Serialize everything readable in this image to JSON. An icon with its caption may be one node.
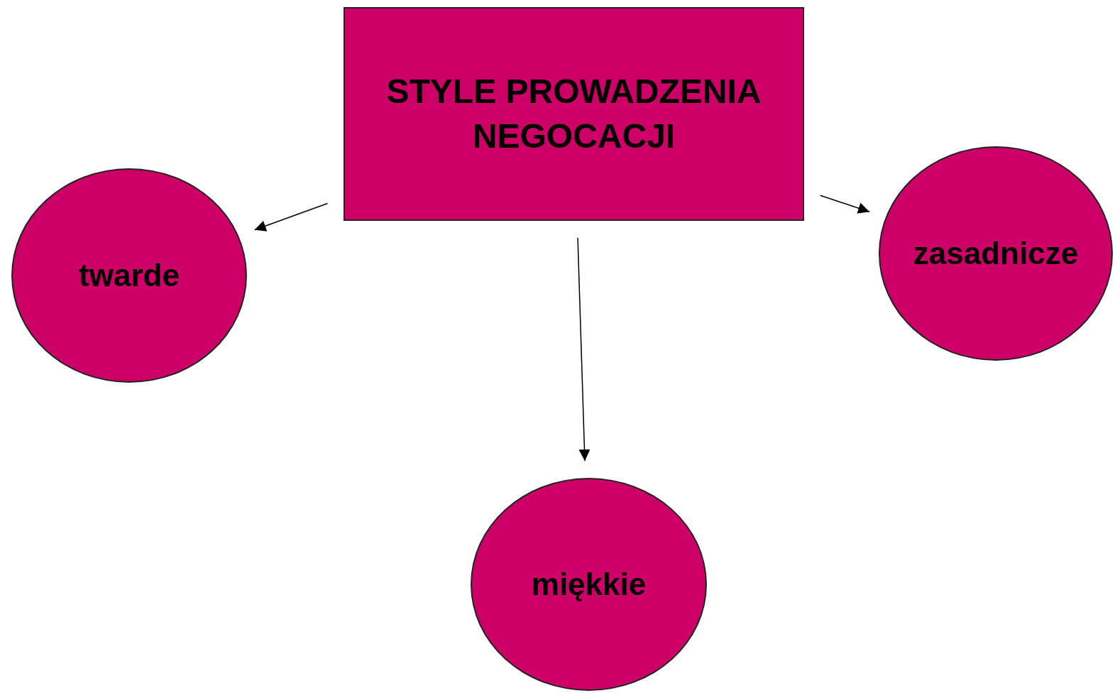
{
  "diagram": {
    "nodes": [
      {
        "text": [
          "STYLE PROWADZENIA NEGOCACJI"
        ]
      },
      {
        "text": [
          "twarde"
        ]
      },
      {
        "text": [
          "zasadnicze"
        ]
      },
      {
        "text": [
          "miękkie"
        ]
      }
    ],
    "edges": [
      {
        "from": 0,
        "to": 1,
        "arrow": "to"
      },
      {
        "from": 0,
        "to": 2,
        "arrow": "to"
      },
      {
        "from": 0,
        "to": 3,
        "arrow": "to"
      }
    ]
  }
}
